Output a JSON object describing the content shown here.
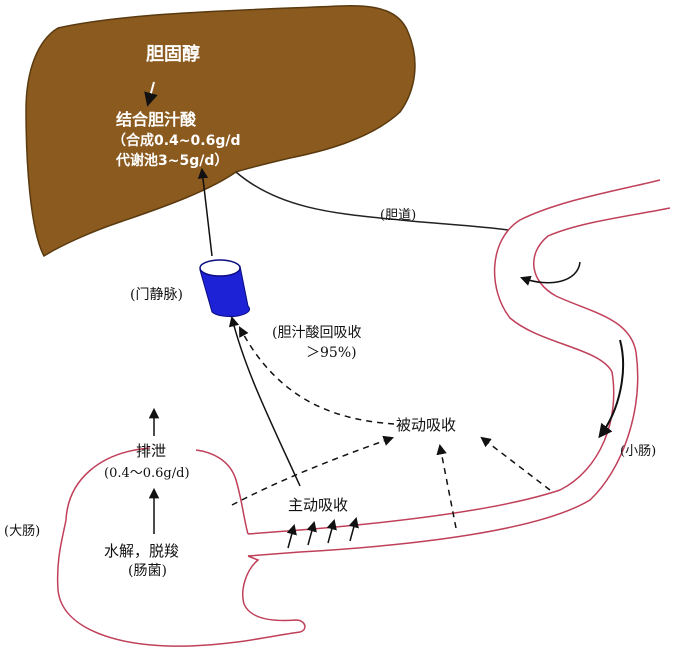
{
  "liver": {
    "cholesterol": "胆固醇",
    "conjugated_bile_acid": "结合胆汁酸",
    "synthesis": "（合成0.4~0.6g/d",
    "pool": "代谢池3~5g/d）"
  },
  "labels": {
    "bile_duct": "(胆道)",
    "portal_vein": "(门静脉)",
    "reabsorption_line1": "(胆汁酸回吸收",
    "reabsorption_line2": "＞95%)",
    "passive_absorption": "被动吸收",
    "active_absorption": "主动吸收",
    "small_intestine": "(小肠)",
    "large_intestine": "(大肠)",
    "excretion": "排泄",
    "excretion_amount": "(0.4～0.6g/d)",
    "hydrolysis": "水解，脱羧",
    "bacteria": "(肠菌)"
  },
  "colors": {
    "liver_fill": "#8B5A1E",
    "portal_vein": "#1E22D6",
    "intestine_outline": "#C0405A"
  },
  "icons": [
    "arrow-up-icon",
    "arrow-down-icon"
  ]
}
